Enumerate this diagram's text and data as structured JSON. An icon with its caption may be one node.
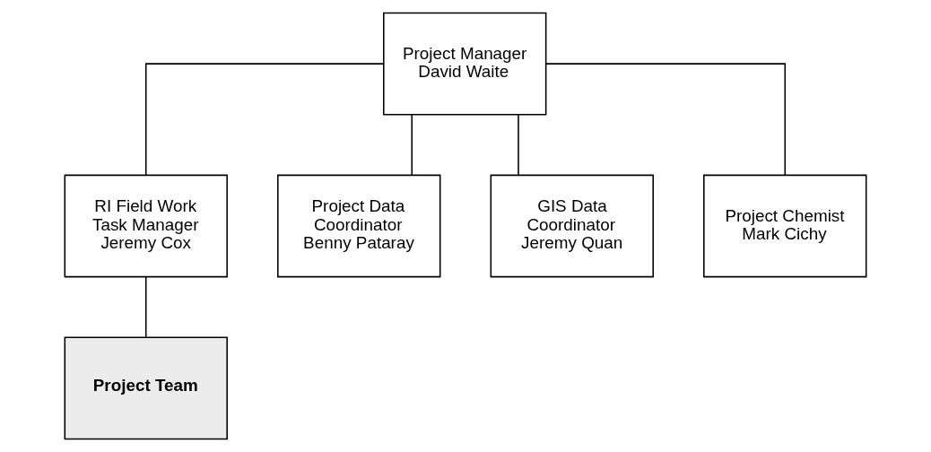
{
  "diagram": {
    "nodes": [
      {
        "text": [
          "Project Manager",
          "David Waite"
        ]
      },
      {
        "text": [
          "RI Field Work Task Manager",
          "Jeremy Cox"
        ]
      },
      {
        "text": [
          "Project Data Coordinator",
          "Benny Pataray"
        ]
      },
      {
        "text": [
          "GIS Data Coordinator",
          "Jeremy Quan"
        ]
      },
      {
        "text": [
          "Project Chemist",
          "Mark Cichy"
        ]
      },
      {
        "text": [
          "Project Team"
        ]
      }
    ],
    "edges": [
      {
        "from": 0,
        "to": 1,
        "arrow": "none"
      },
      {
        "from": 0,
        "to": 2,
        "arrow": "none"
      },
      {
        "from": 0,
        "to": 3,
        "arrow": "none"
      },
      {
        "from": 0,
        "to": 4,
        "arrow": "none"
      },
      {
        "from": 1,
        "to": 5,
        "arrow": "none"
      }
    ]
  }
}
